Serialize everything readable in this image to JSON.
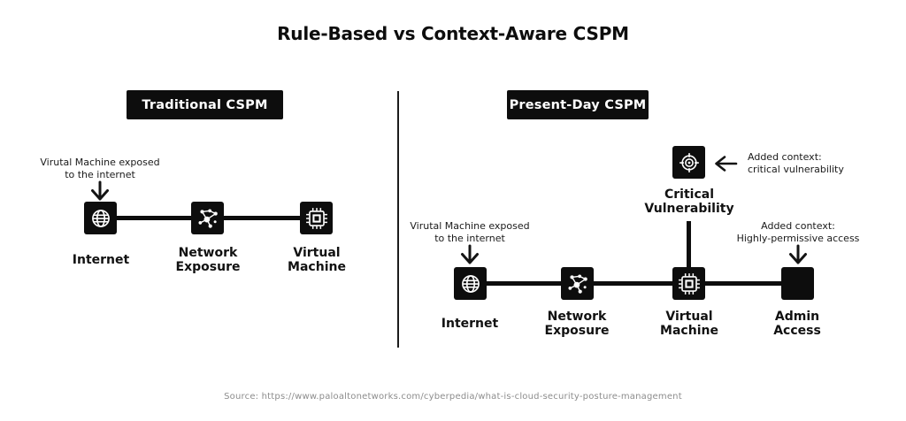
{
  "title": "Rule-Based vs Context-Aware CSPM",
  "source": "Source: https://www.paloaltonetworks.com/cyberpedia/what-is-cloud-security-posture-management",
  "colors": {
    "node_black": "#0d0d0d",
    "text": "#141414",
    "source_gray": "#8d8d8d",
    "background": "#ffffff"
  },
  "traditional": {
    "header": "Traditional CSPM",
    "exposure_annotation": "Virutal Machine exposed\nto the internet",
    "nodes": [
      {
        "label": "Internet",
        "icon": "globe-icon"
      },
      {
        "label": "Network\nExposure",
        "icon": "network-icon"
      },
      {
        "label": "Virtual\nMachine",
        "icon": "chip-icon"
      }
    ]
  },
  "present_day": {
    "header": "Present-Day CSPM",
    "exposure_annotation": "Virutal Machine exposed\nto the internet",
    "critical_annotation": "Added context:\ncritical vulnerability",
    "admin_annotation": "Added context:\nHighly-permissive access",
    "critical_node": {
      "label": "Critical\nVulnerability",
      "icon": "target-icon"
    },
    "nodes": [
      {
        "label": "Internet",
        "icon": "globe-icon"
      },
      {
        "label": "Network\nExposure",
        "icon": "network-icon"
      },
      {
        "label": "Virtual\nMachine",
        "icon": "chip-icon"
      },
      {
        "label": "Admin\nAccess",
        "icon": "none"
      }
    ]
  }
}
